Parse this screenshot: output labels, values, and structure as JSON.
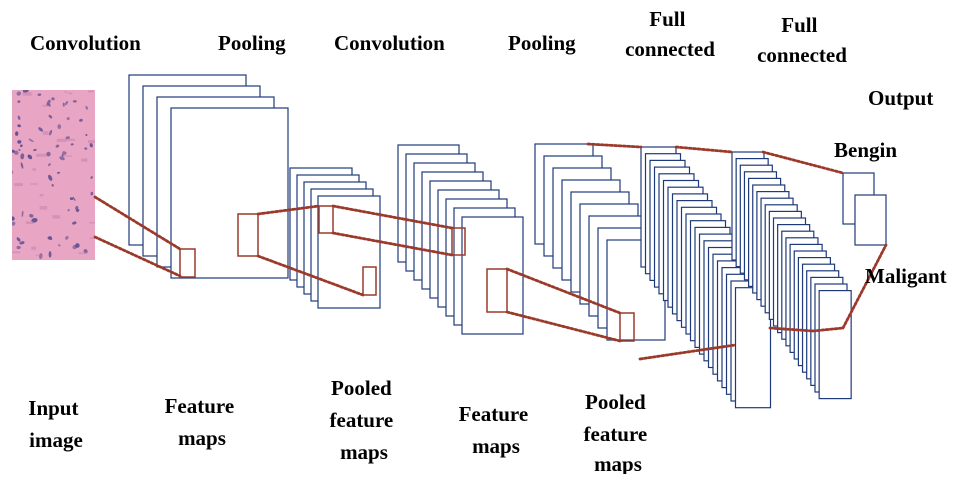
{
  "colors": {
    "map_stroke": "#1f3a7a",
    "window_stroke": "#9b3a2a",
    "connector": "#9b3a2a",
    "input_tissue": "#e8a6c4",
    "input_nuclei": "#5a4a8e",
    "background": "#ffffff"
  },
  "input": {
    "image_icon": "histology-tissue-image"
  },
  "labels": {
    "top": {
      "convolution_1": "Convolution",
      "pooling_1": "Pooling",
      "convolution_2": "Convolution",
      "pooling_2": "Pooling",
      "full_connected_1": [
        "Full",
        "connected"
      ],
      "full_connected_2": [
        "Full",
        "connected"
      ]
    },
    "output": "Output",
    "class_1": "Bengin",
    "class_2": "Maligant",
    "bottom": {
      "input_image": [
        "Input",
        "image"
      ],
      "feature_maps_1": [
        "Feature",
        "maps"
      ],
      "pooled_feature_maps_1": [
        "Pooled",
        "feature",
        "maps"
      ],
      "feature_maps_2": [
        "Feature",
        "maps"
      ],
      "pooled_feature_maps_2": [
        "Pooled",
        "feature",
        "maps"
      ]
    }
  }
}
